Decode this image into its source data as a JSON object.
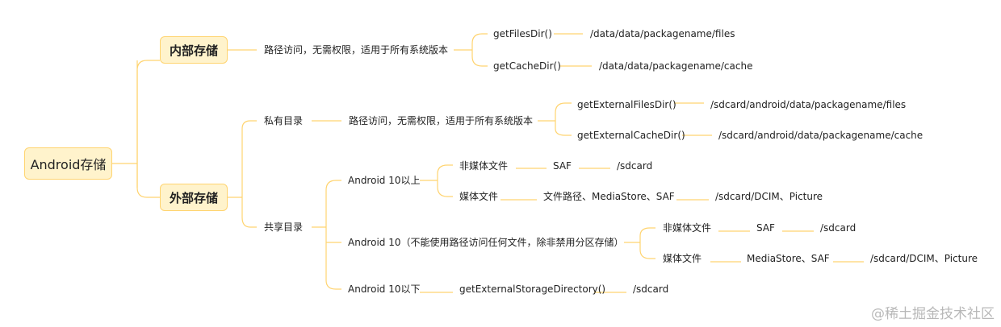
{
  "root": "Android存储",
  "internal": {
    "label": "内部存储",
    "desc": "路径访问，无需权限，适用于所有系统版本",
    "apis": [
      {
        "api": "getFilesDir()",
        "path": "/data/data/packagename/files"
      },
      {
        "api": "getCacheDir()",
        "path": "/data/data/packagename/cache"
      }
    ]
  },
  "external": {
    "label": "外部存储",
    "private": {
      "label": "私有目录",
      "desc": "路径访问，无需权限，适用于所有系统版本",
      "apis": [
        {
          "api": "getExternalFilesDir()",
          "path": "/sdcard/android/data/packagename/files"
        },
        {
          "api": "getExternalCacheDir()",
          "path": "/sdcard/android/data/packagename/cache"
        }
      ]
    },
    "shared": {
      "label": "共享目录",
      "above10": {
        "label": "Android 10以上",
        "nonmedia": {
          "label": "非媒体文件",
          "method": "SAF",
          "path": "/sdcard"
        },
        "media": {
          "label": "媒体文件",
          "method": "文件路径、MediaStore、SAF",
          "path": "/sdcard/DCIM、Picture"
        }
      },
      "eq10": {
        "label": "Android 10（不能使用路径访问任何文件，除非禁用分区存储）",
        "nonmedia": {
          "label": "非媒体文件",
          "method": "SAF",
          "path": "/sdcard"
        },
        "media": {
          "label": "媒体文件",
          "method": "MediaStore、SAF",
          "path": "/sdcard/DCIM、Picture"
        }
      },
      "below10": {
        "label": "Android 10以下",
        "method": "getExternalStorageDirectory()",
        "path": "/sdcard"
      }
    }
  },
  "watermark": "@稀土掘金技术社区",
  "colors": {
    "line": "#ffd470",
    "node_fill": "#fff3cc"
  }
}
